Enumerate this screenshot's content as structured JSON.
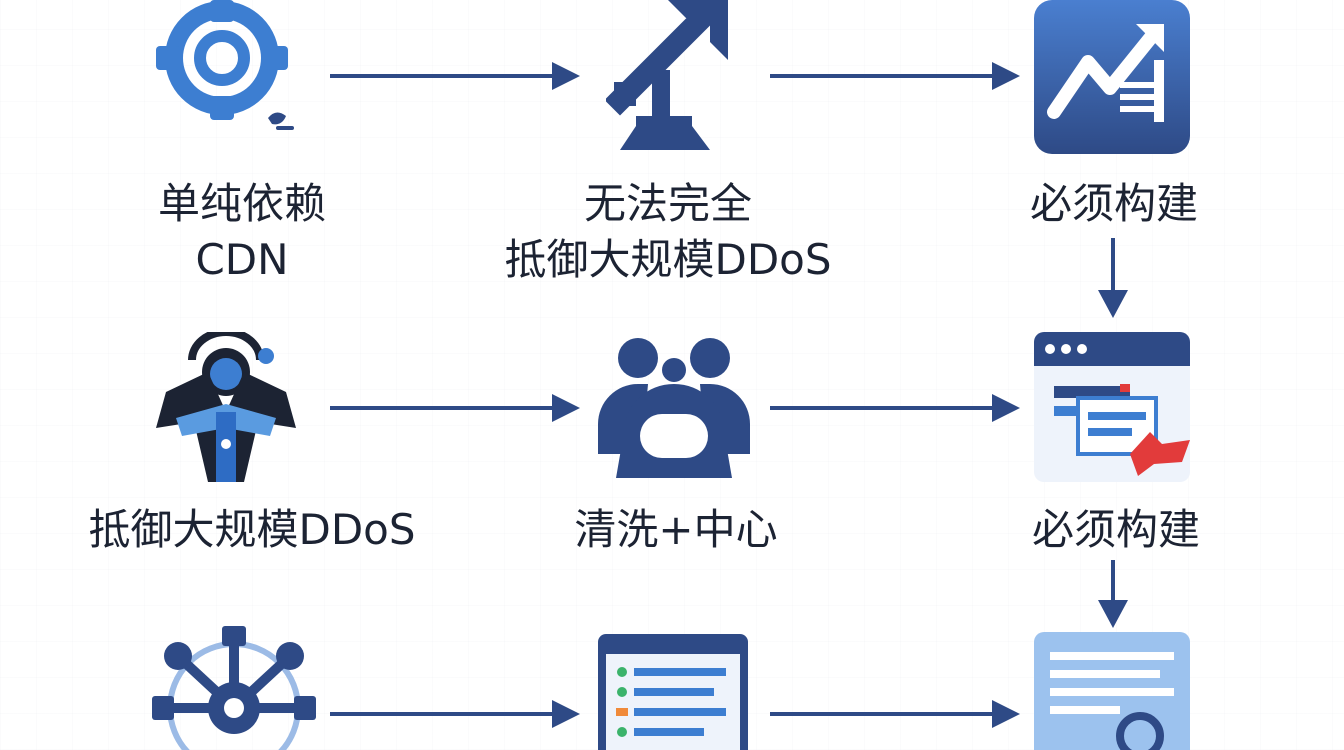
{
  "colors": {
    "navy": "#2e4a86",
    "blue": "#3d7ed1",
    "light_blue": "#5a9be0",
    "text": "#1c2333",
    "red": "#e23b3b",
    "green": "#3bb36b",
    "orange": "#f08a3a"
  },
  "nodes": [
    {
      "id": "cdn",
      "icon": "network-node-icon",
      "lines": [
        "单纯依赖",
        "CDN"
      ]
    },
    {
      "id": "cannot-defend",
      "icon": "upward-arrow-monument-icon",
      "lines": [
        "无法完全",
        "抵御大规模DDoS"
      ]
    },
    {
      "id": "must-build-1",
      "icon": "growth-chart-icon",
      "lines": [
        "必须构建"
      ]
    },
    {
      "id": "defend-ddos",
      "icon": "shield-person-icon",
      "lines": [
        "抵御大规模DDoS"
      ]
    },
    {
      "id": "scrubbing-center",
      "icon": "team-group-icon",
      "lines": [
        "清洗+中心"
      ]
    },
    {
      "id": "must-build-2",
      "icon": "browser-window-alert-icon",
      "lines": [
        "必须构建"
      ]
    },
    {
      "id": "distributed-network",
      "icon": "distributed-hub-icon",
      "lines": []
    },
    {
      "id": "dashboard-list",
      "icon": "list-dashboard-icon",
      "lines": []
    },
    {
      "id": "document-search",
      "icon": "document-search-icon",
      "lines": []
    }
  ]
}
